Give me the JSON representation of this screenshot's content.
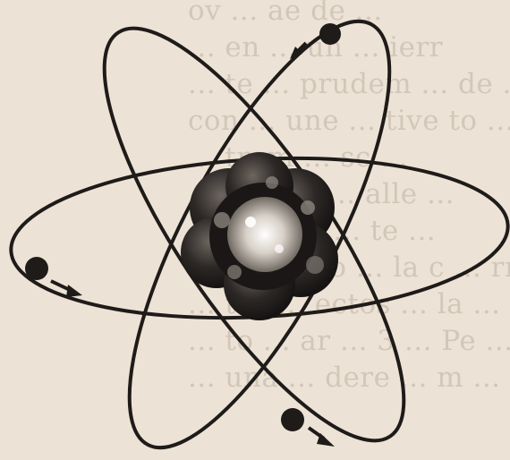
{
  "colors": {
    "paper": "#ece3d6",
    "ink": "#1e1b19",
    "bleed_text": "#968776"
  },
  "bleed_through_text": [
    "ov ... ae de ...",
    "... en ... un ... ierr",
    "... te ... prudem ... de ...",
    "con ... une ... tive to ...",
    "... trom ... sc ...",
    "... re ... e ... alle ...",
    "... llo ... a ... te ...",
    "... es ... mo ... la c ... rr",
    "... tos ... ectos ... la ... destruc",
    "... to ... ar ... 3 ... Pe ...",
    "... una ... dere ... m ... rsi ... mente"
  ],
  "icons": {
    "nucleus": "atom-nucleus-icon",
    "electrons": [
      "electron-top-icon",
      "electron-left-icon",
      "electron-bottom-icon"
    ]
  }
}
